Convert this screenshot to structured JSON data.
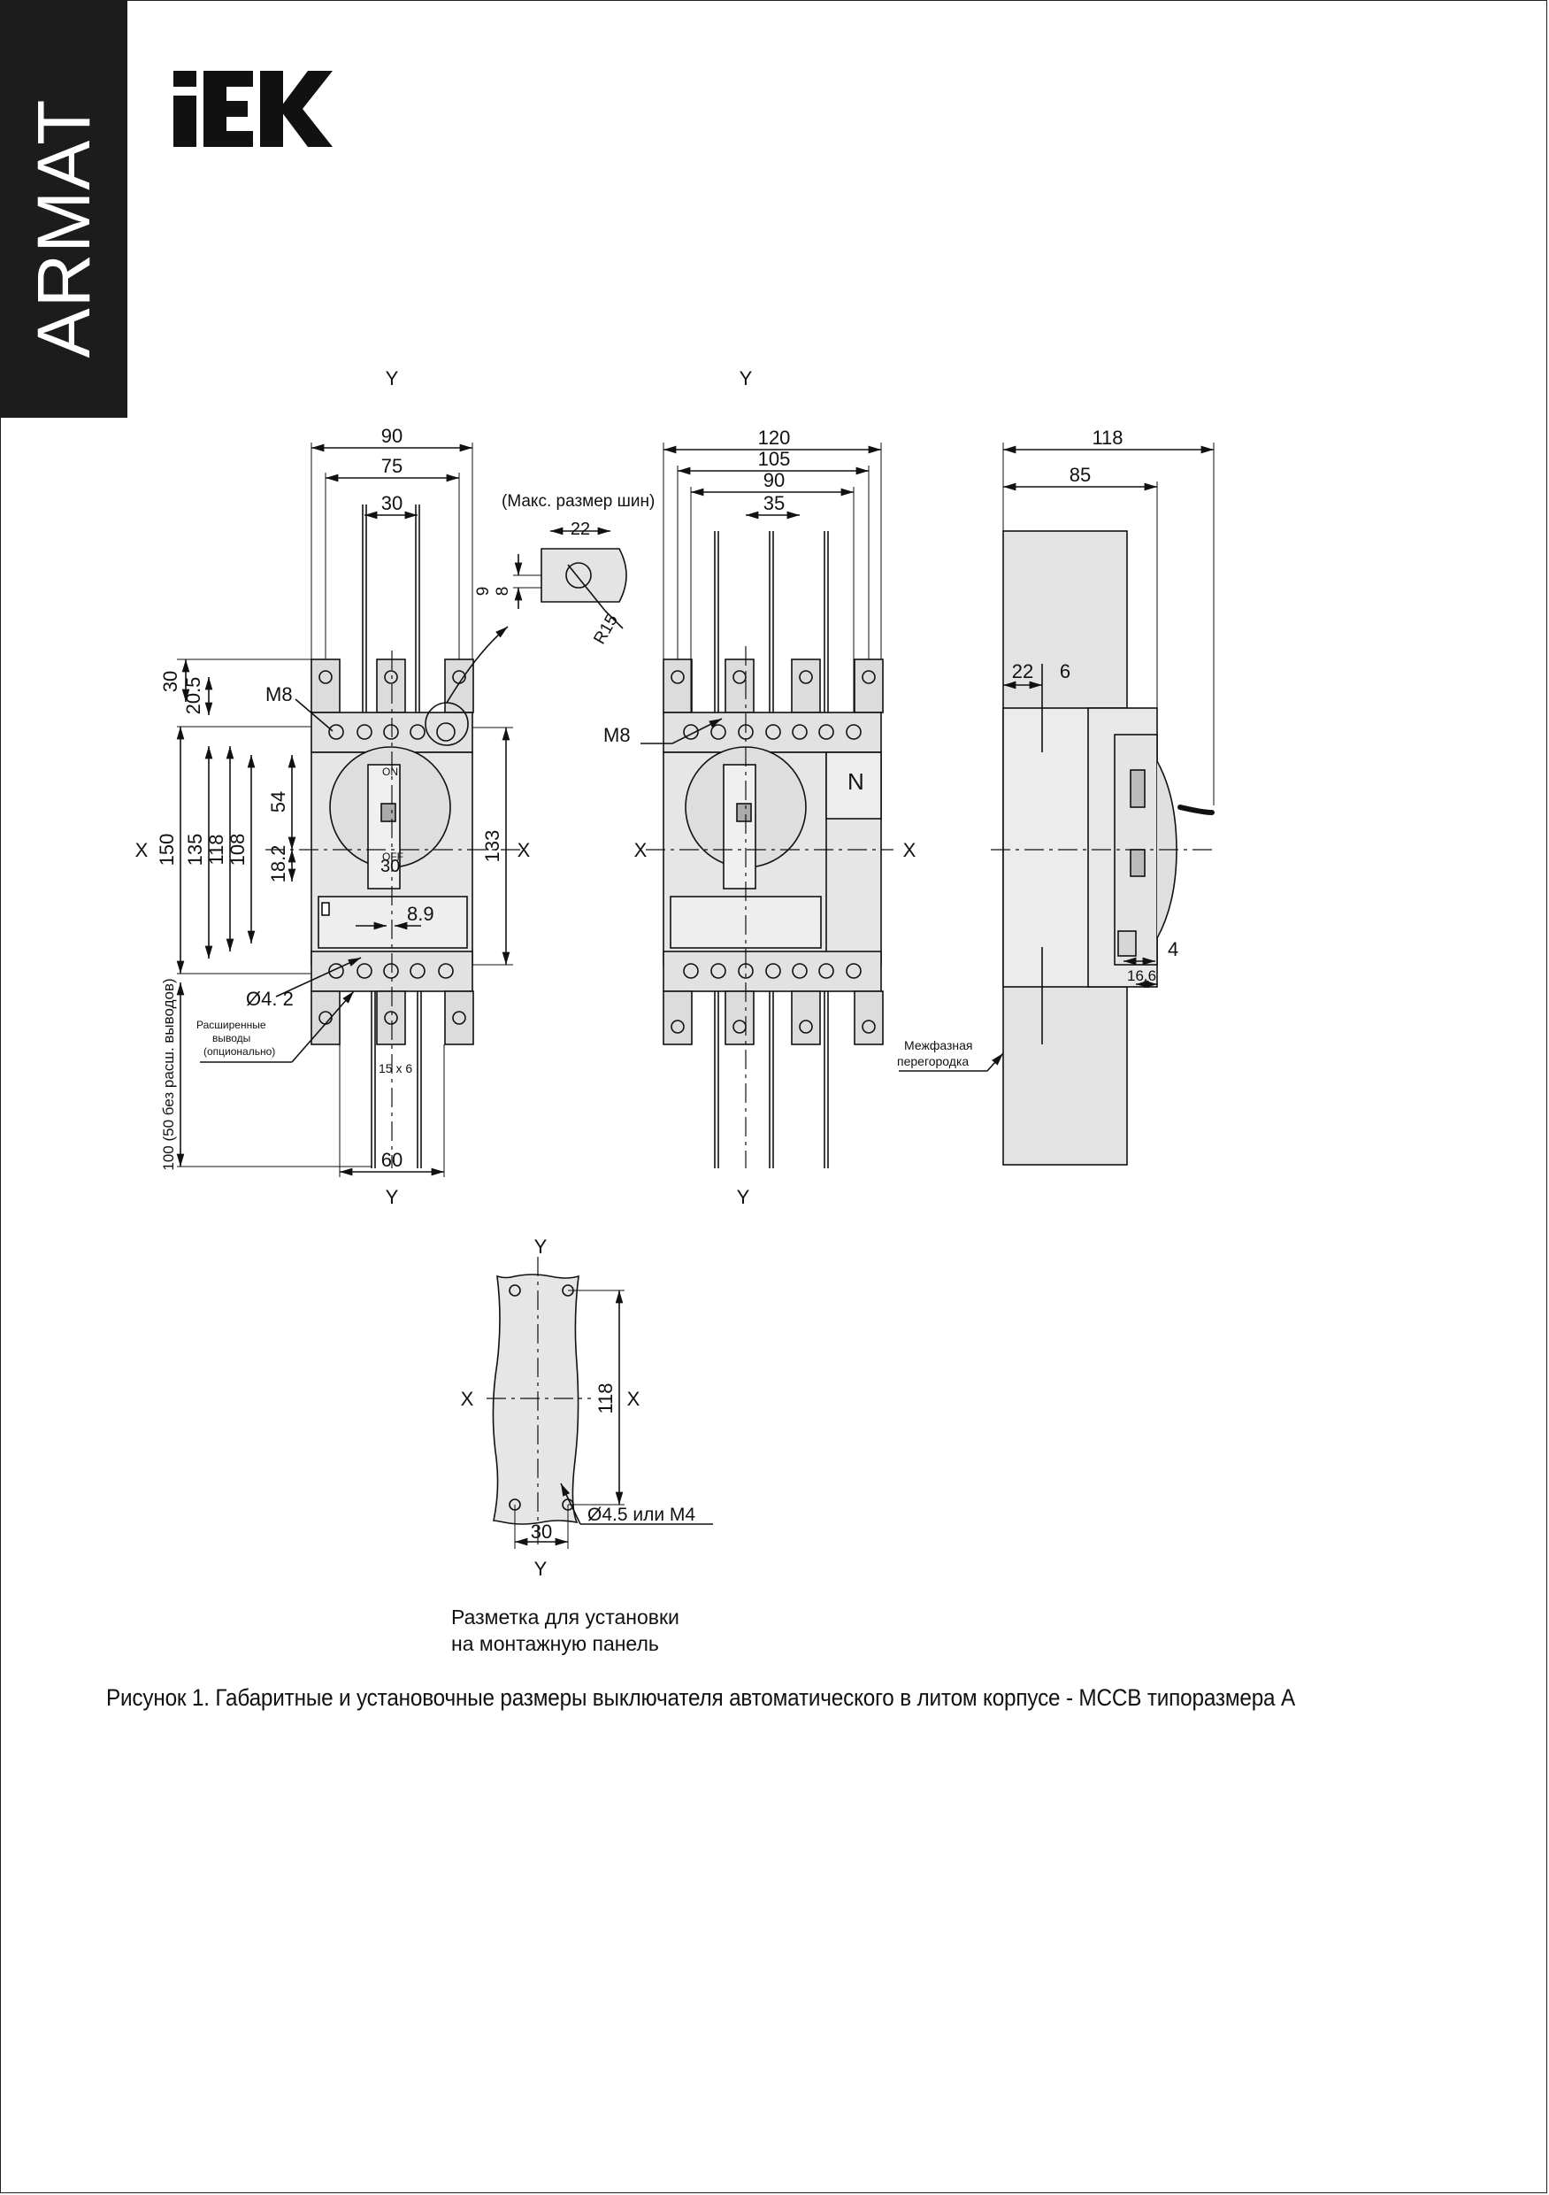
{
  "brand": {
    "vertical_label": "ARMAT",
    "logo_text": "IEK"
  },
  "front_view": {
    "dims": {
      "w90": "90",
      "w75": "75",
      "w30": "30",
      "w60": "60",
      "h30": "30",
      "h20_5": "20.5",
      "h150": "150",
      "h135": "135",
      "h118": "118",
      "h108": "108",
      "h54": "54",
      "h18_2": "18.2",
      "h133": "133",
      "hole_30": "30",
      "w8_9": "8.9",
      "h100": "100 (50 без расш. выводов)"
    },
    "labels": {
      "m8": "M8",
      "d4_2": "Ø4. 2",
      "ext1": "Расширенные",
      "ext2": "выводы",
      "ext3": "(опционально)",
      "size15x6": "15 x 6",
      "on": "ON",
      "off": "OFF"
    },
    "axes": {
      "x": "X",
      "y": "Y"
    }
  },
  "busbar": {
    "title": "(Макс. размер шин)",
    "w22": "22",
    "d9": "9",
    "d8": "8",
    "r15": "R15"
  },
  "four_pole_view": {
    "dims": {
      "w120": "120",
      "w105": "105",
      "w90": "90",
      "w35": "35"
    },
    "labels": {
      "m8": "M8",
      "n": "N"
    }
  },
  "side_view": {
    "dims": {
      "w118": "118",
      "w85": "85",
      "d22": "22",
      "d6": "6",
      "d4": "4",
      "d16_6": "16.6"
    },
    "labels": {
      "partition1": "Межфазная",
      "partition2": "перегородка"
    }
  },
  "mounting": {
    "dims": {
      "h118": "118",
      "w30": "30"
    },
    "labels": {
      "hole": "Ø4.5 или M4"
    },
    "caption_line1": "Разметка для установки",
    "caption_line2": "на монтажную панель"
  },
  "figure_caption": "Рисунок 1. Габаритные и установочные размеры выключателя автоматического в литом корпусе - MCCB типоразмера A"
}
